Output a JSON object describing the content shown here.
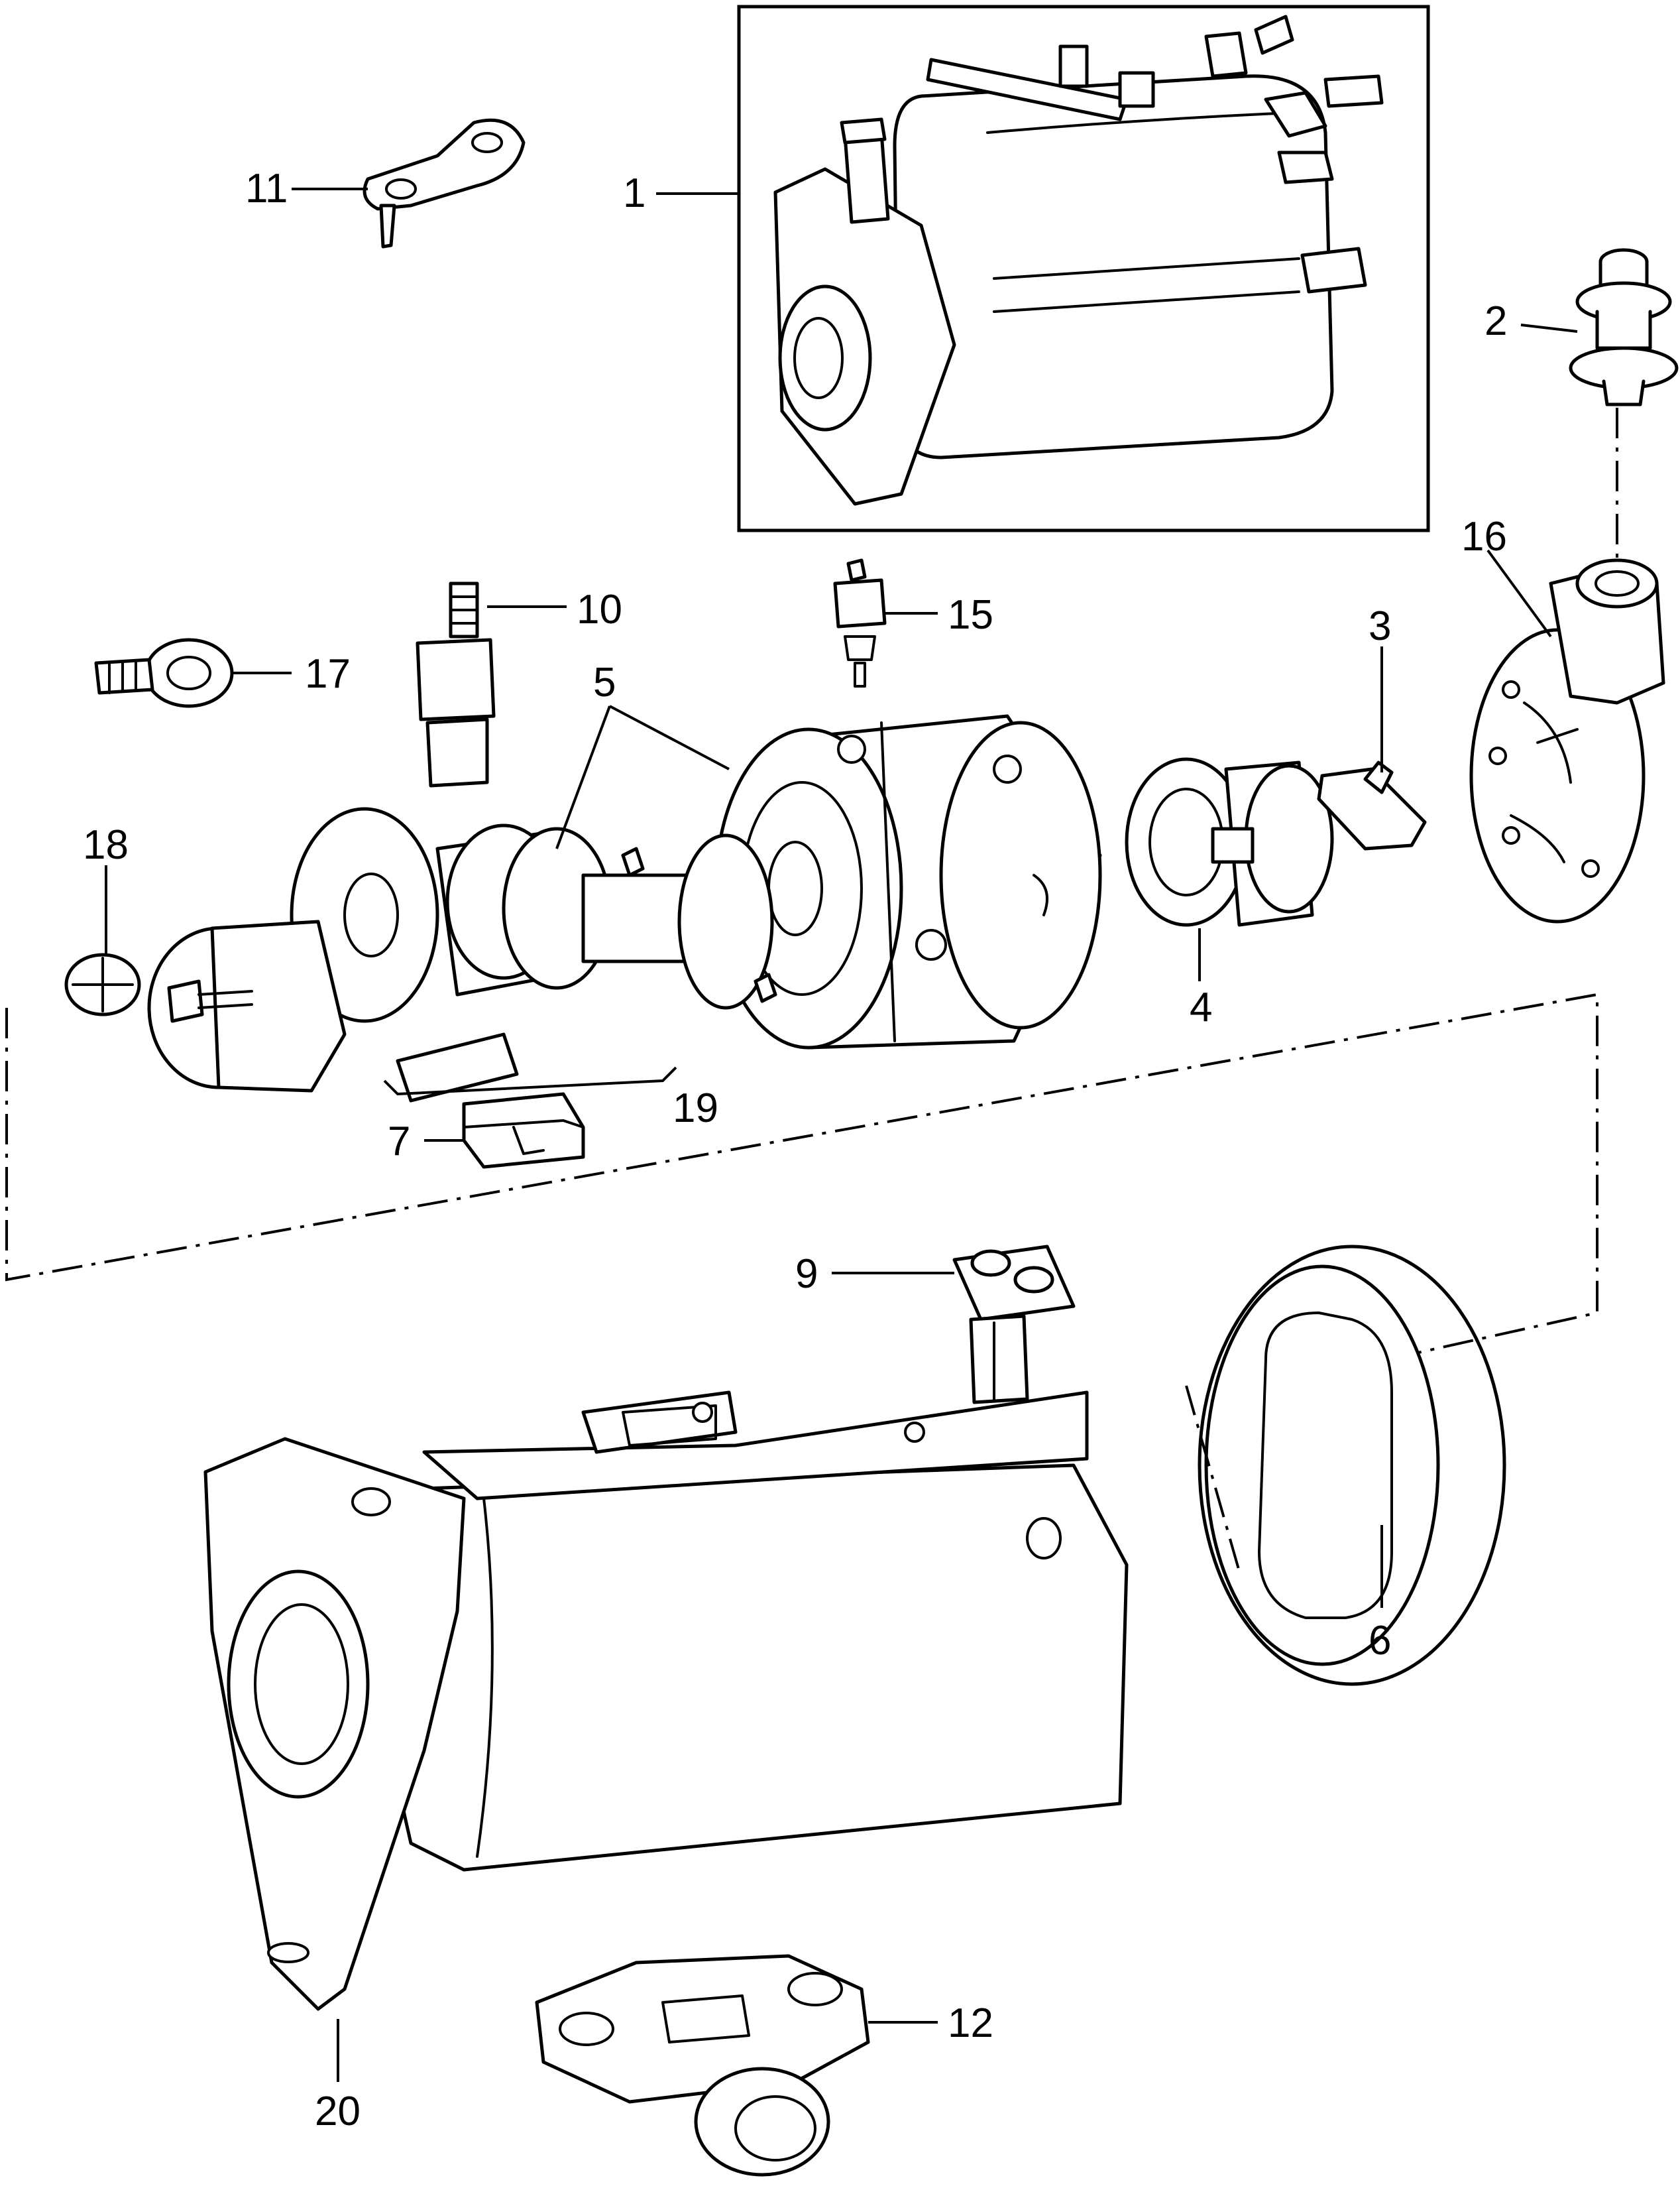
{
  "diagram": {
    "callouts": {
      "c1": "1",
      "c2": "2",
      "c3": "3",
      "c4": "4",
      "c5": "5",
      "c6": "6",
      "c7": "7",
      "c9": "9",
      "c10": "10",
      "c11": "11",
      "c12": "12",
      "c15": "15",
      "c16": "16",
      "c17": "17",
      "c18": "18",
      "c19": "19",
      "c20": "20"
    }
  }
}
